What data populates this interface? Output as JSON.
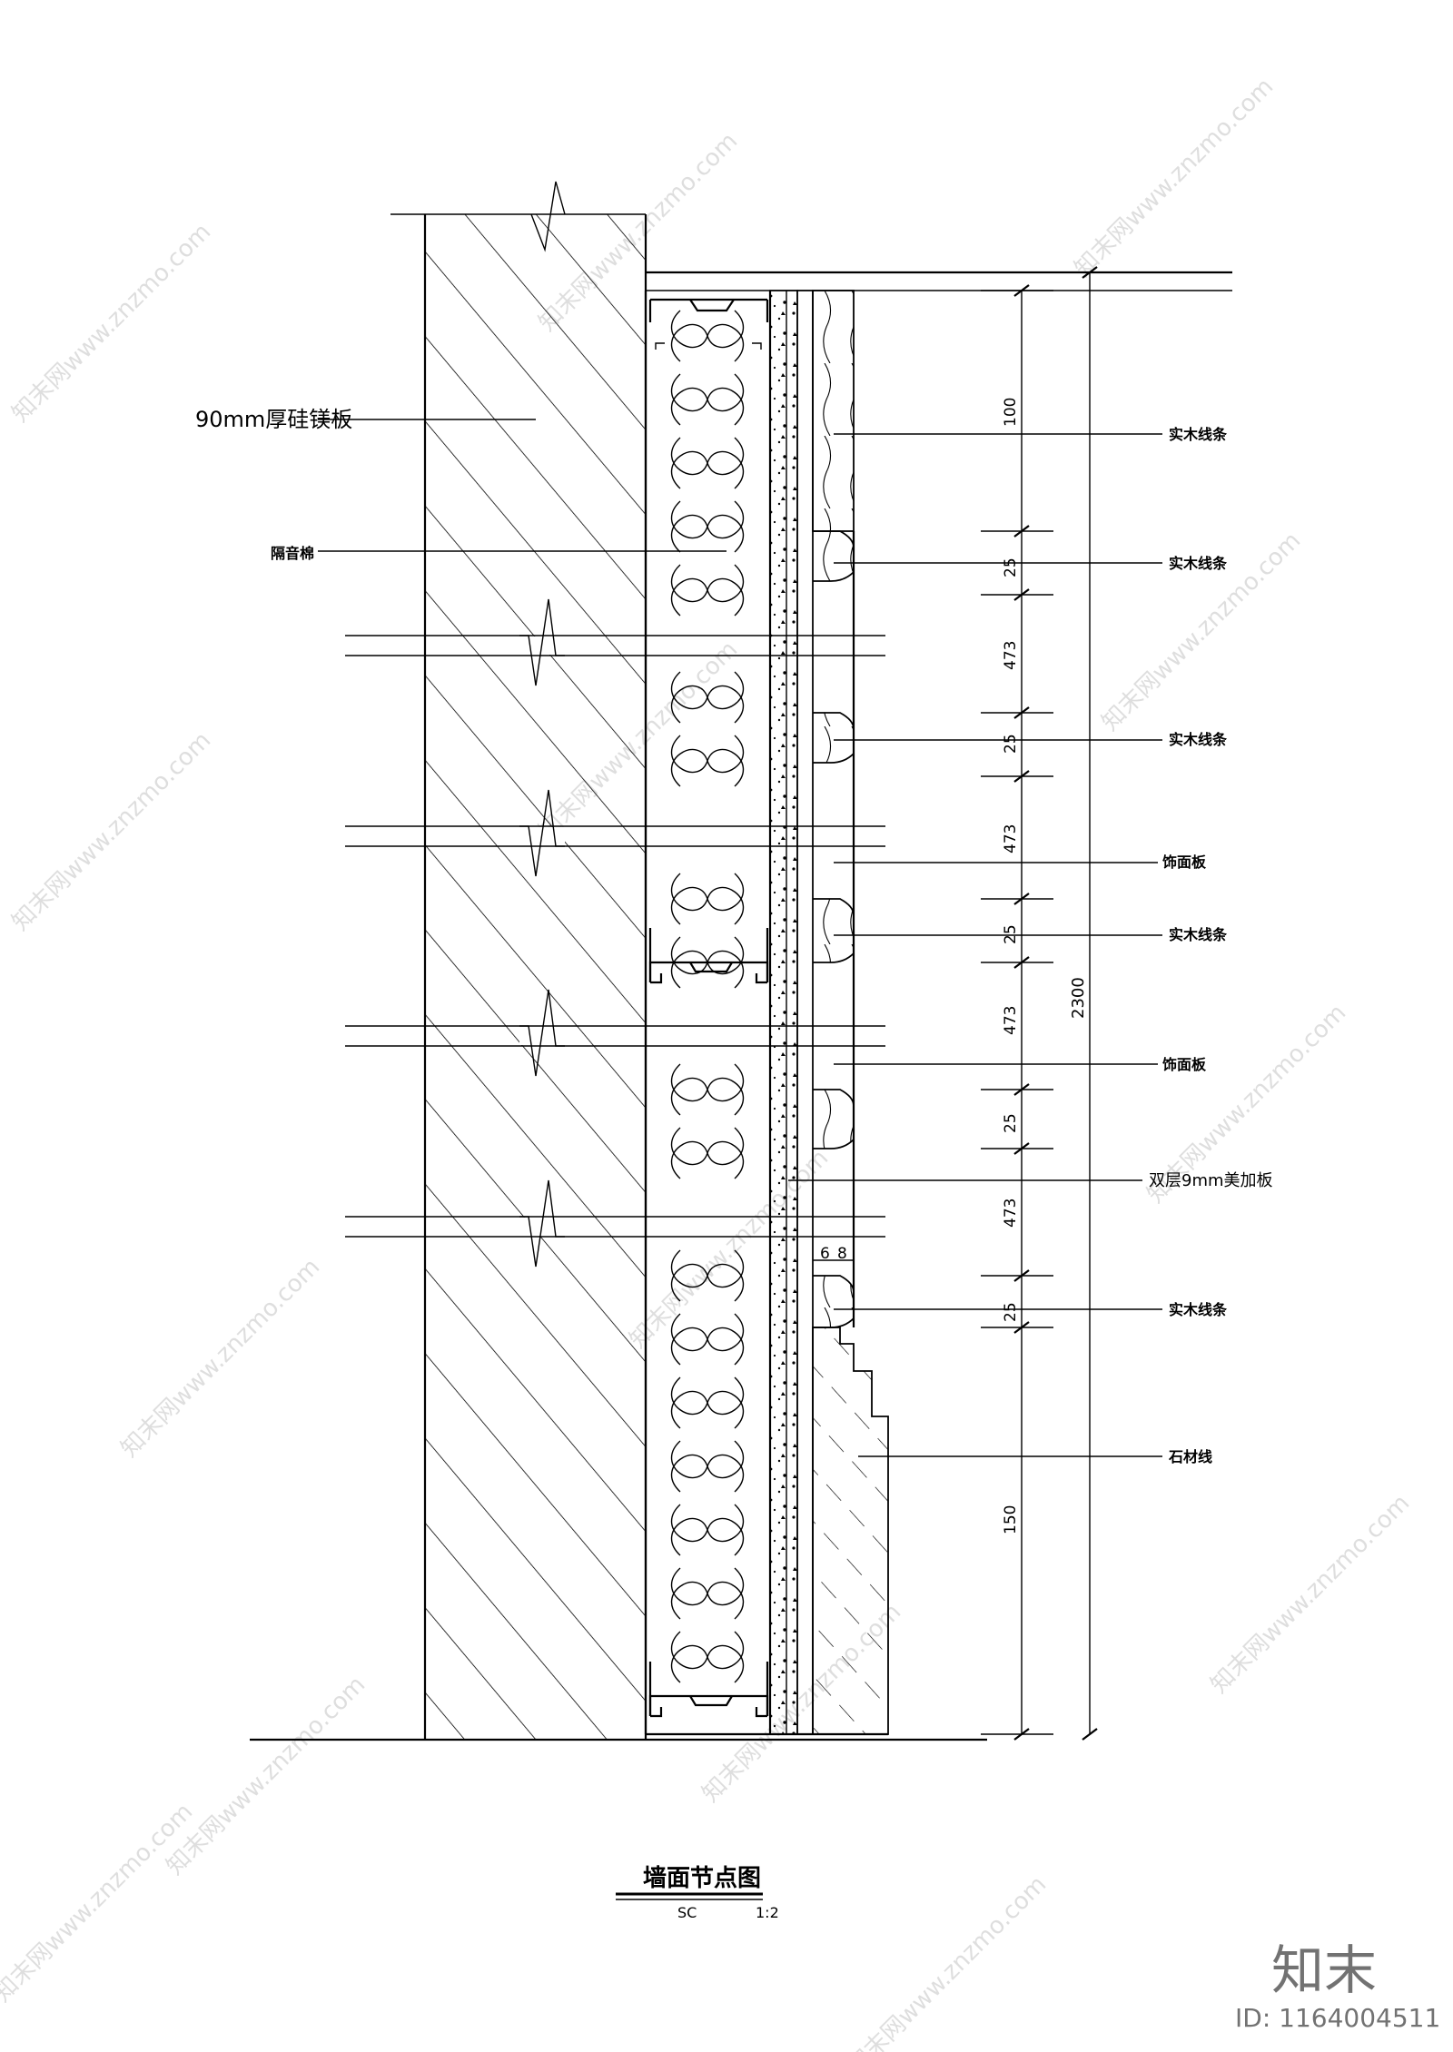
{
  "labels": {
    "wall": "90mm厚硅镁板",
    "insulation": "隔音棉",
    "moulding_1": "实木线条",
    "moulding_2": "实木线条",
    "moulding_3": "实木线条",
    "panel_1": "饰面板",
    "moulding_4": "实木线条",
    "panel_2": "饰面板",
    "board": "双层9mm美加板",
    "moulding_5": "实木线条",
    "stone": "石材线"
  },
  "dimensions": {
    "d1": "100",
    "d2": "25",
    "d3": "473",
    "d4": "25",
    "d5": "473",
    "d6": "25",
    "d7": "473",
    "d8": "25",
    "d9": "473",
    "d10": "25",
    "d11": "150",
    "total": "2300",
    "small_a": "6",
    "small_b": "8"
  },
  "title": {
    "text": "墙面节点图",
    "scale_code": "SC",
    "scale": "1:2"
  },
  "watermark": {
    "text": "知末网www.znzmo.com",
    "brand": "知末",
    "id": "ID: 1164004511"
  }
}
